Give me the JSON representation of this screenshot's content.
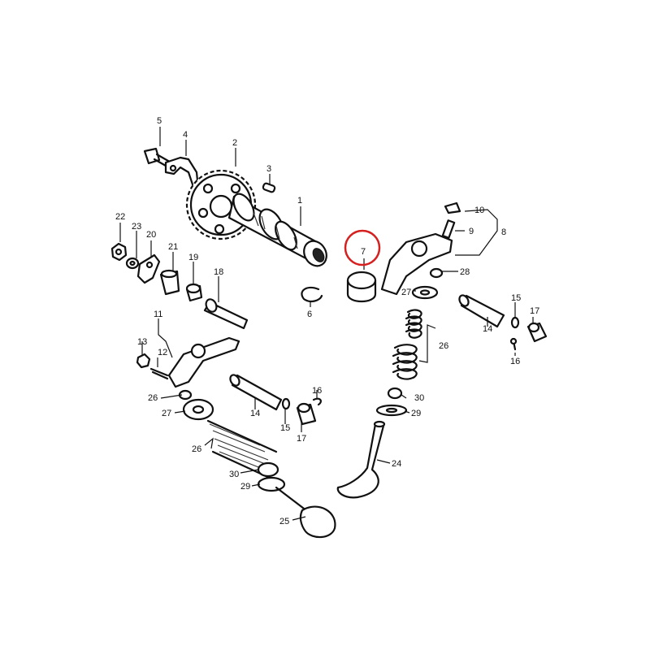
{
  "highlight_color": "#d62020",
  "highlighted_part": "7",
  "callouts": {
    "c1": "1",
    "c2": "2",
    "c3": "3",
    "c4": "4",
    "c5": "5",
    "c6": "6",
    "c7": "7",
    "c8": "8",
    "c9": "9",
    "c10": "10",
    "c11": "11",
    "c12": "12",
    "c13": "13",
    "c14a": "14",
    "c14b": "14",
    "c15a": "15",
    "c15b": "15",
    "c16a": "16",
    "c16b": "16",
    "c17a": "17",
    "c17b": "17",
    "c18": "18",
    "c19": "19",
    "c20": "20",
    "c21": "21",
    "c22": "22",
    "c23": "23",
    "c24": "24",
    "c25": "25",
    "c26a": "26",
    "c26b": "26",
    "c27a": "27",
    "c27b": "27",
    "c28": "28",
    "c29a": "29",
    "c29b": "29",
    "c30a": "30",
    "c30b": "30"
  }
}
